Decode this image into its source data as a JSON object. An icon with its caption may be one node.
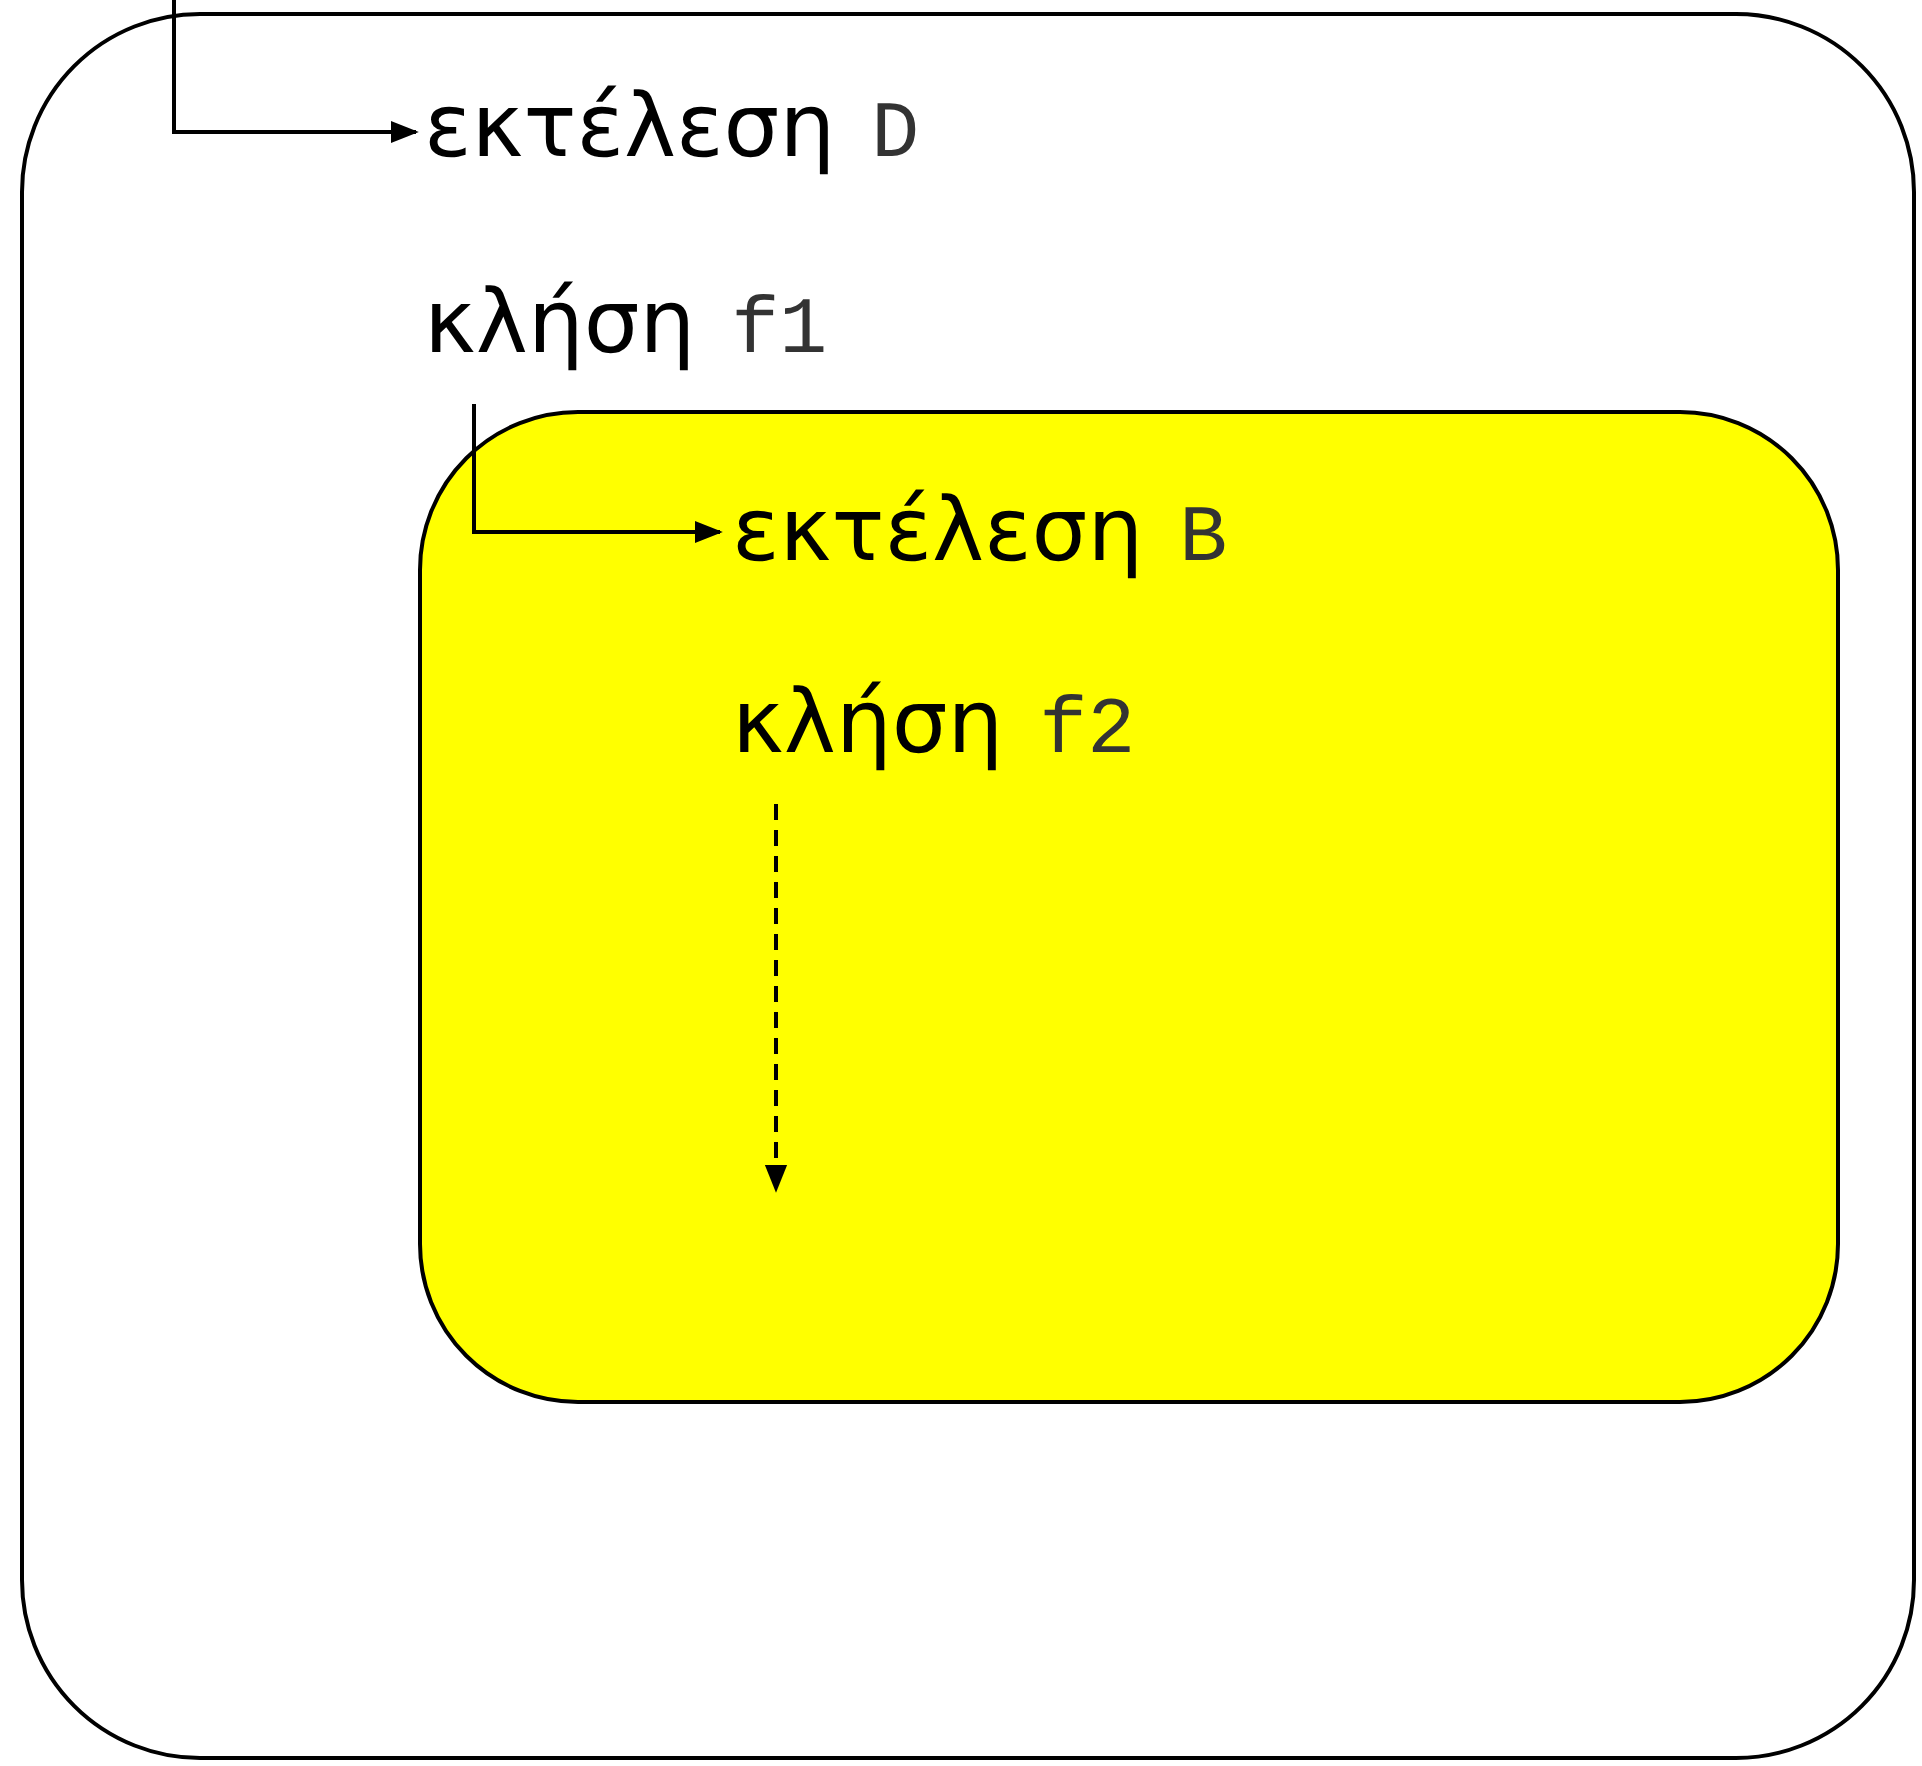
{
  "diagram": {
    "nodes": [
      {
        "text": [],
        "shape": "box"
      },
      {
        "text": [
          "εκτέλεση",
          "D"
        ],
        "in": 0
      },
      {
        "text": [
          "κλήση",
          "f1"
        ],
        "in": 0
      },
      {
        "text": [],
        "shape": "box",
        "in": 0
      },
      {
        "text": [
          "εκτέλεση",
          "B"
        ],
        "in": 3
      },
      {
        "text": [
          "κλήση",
          "f2"
        ],
        "in": 3
      }
    ],
    "edges": [
      {
        "from": null,
        "to": 1,
        "arrow": "to"
      },
      {
        "from": 2,
        "to": 4,
        "arrow": "to"
      },
      {
        "from": 5,
        "to": null,
        "arrow": "to",
        "style": "dashed"
      }
    ]
  }
}
